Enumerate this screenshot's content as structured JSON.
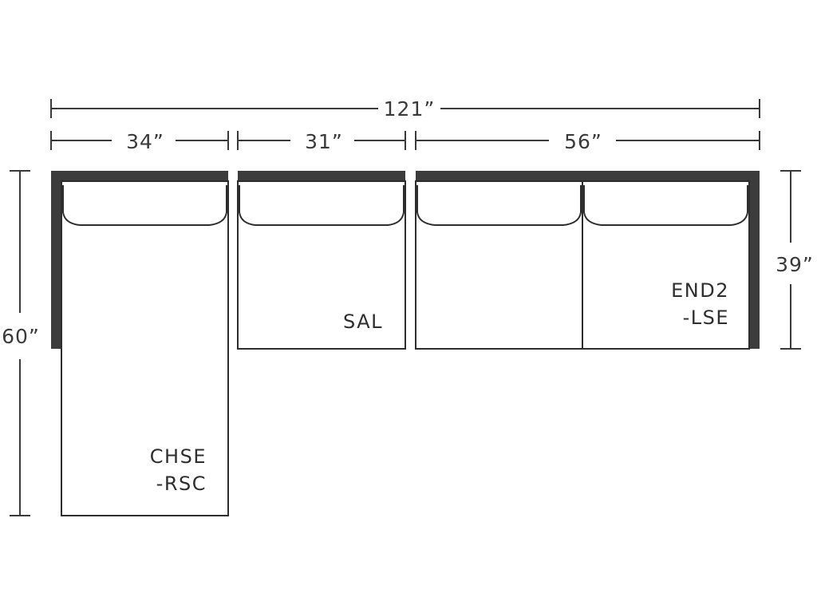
{
  "dimensions": {
    "overall_width": "121”",
    "chaise_width": "34”",
    "armless_width": "31”",
    "end_width": "56”",
    "chaise_depth": "60”",
    "seat_depth": "39”"
  },
  "pieces": {
    "chaise_line1": "CHSE",
    "chaise_line2": "-RSC",
    "armless": "SAL",
    "end_line1": "END2",
    "end_line2": "-LSE"
  }
}
